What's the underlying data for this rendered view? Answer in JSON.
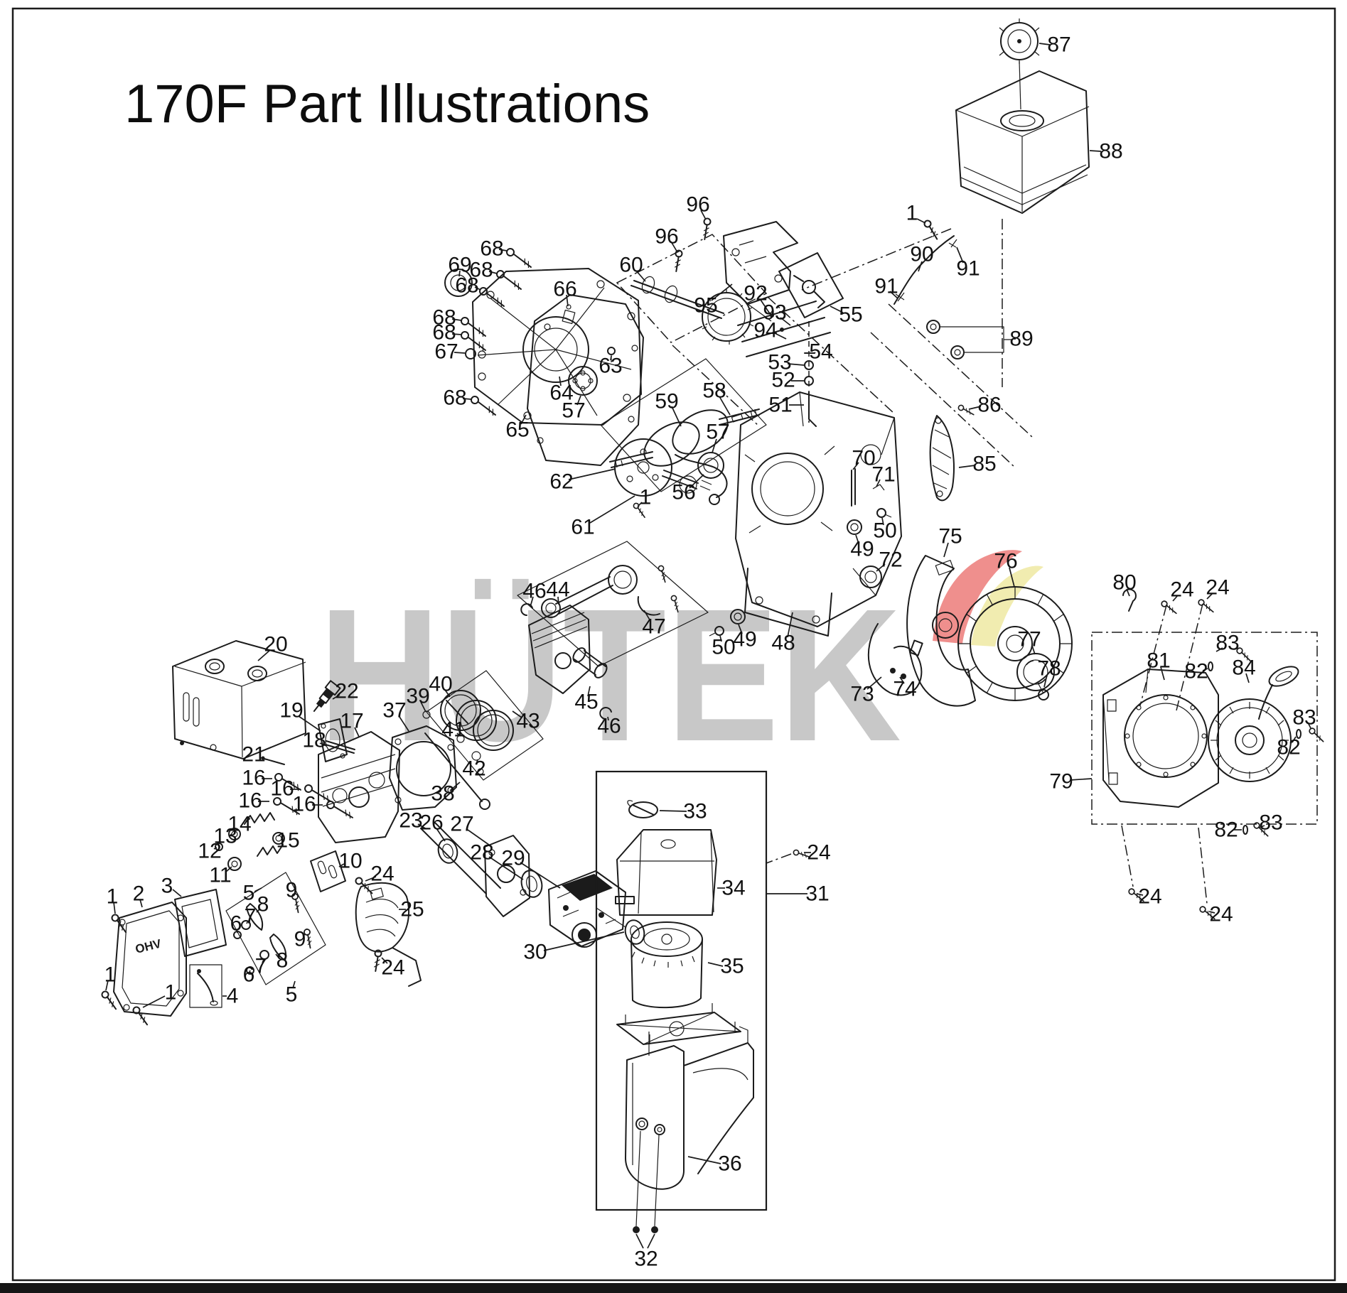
{
  "title": "170F Part Illustrations",
  "watermark": {
    "text": "HÜTEK",
    "color": "#c8c8c8",
    "swoosh_red": "#ef8f8d",
    "swoosh_yellow": "#f1ecb0"
  },
  "valve_cover_text": "OHV",
  "labels": [
    [
      "87",
      1490,
      63,
      1477,
      63,
      1462,
      61
    ],
    [
      "88",
      1563,
      213,
      1549,
      213,
      1533,
      212
    ],
    [
      "1",
      1283,
      300,
      1290,
      308,
      1302,
      314
    ],
    [
      "90",
      1297,
      358,
      1297,
      368,
      1292,
      382
    ],
    [
      "91",
      1362,
      378,
      1355,
      370,
      1346,
      348
    ],
    [
      "91",
      1247,
      403,
      1252,
      410,
      1263,
      420
    ],
    [
      "92",
      1063,
      413,
      1070,
      422,
      1086,
      446
    ],
    [
      "93",
      1090,
      440,
      1098,
      447,
      1112,
      458
    ],
    [
      "94",
      1077,
      465,
      1088,
      468,
      1106,
      477
    ],
    [
      "95",
      993,
      430,
      1001,
      423,
      1030,
      400
    ],
    [
      "96",
      982,
      288,
      986,
      296,
      993,
      309
    ],
    [
      "96",
      938,
      333,
      944,
      340,
      953,
      355
    ],
    [
      "55",
      1197,
      443,
      1186,
      440,
      1168,
      431
    ],
    [
      "54",
      1155,
      495,
      1147,
      496,
      1146,
      497
    ],
    [
      "53",
      1097,
      510,
      1108,
      512,
      1131,
      514
    ],
    [
      "52",
      1102,
      535,
      1113,
      536,
      1131,
      536
    ],
    [
      "51",
      1098,
      570,
      1110,
      570,
      1131,
      570
    ],
    [
      "60",
      888,
      373,
      895,
      381,
      908,
      396
    ],
    [
      "66",
      795,
      407,
      797,
      415,
      799,
      431
    ],
    [
      "69",
      647,
      373,
      647,
      381,
      646,
      389
    ],
    [
      "68",
      692,
      350,
      702,
      351,
      713,
      353
    ],
    [
      "68",
      677,
      380,
      688,
      382,
      699,
      385
    ],
    [
      "68",
      657,
      402,
      668,
      404,
      676,
      408
    ],
    [
      "68",
      625,
      447,
      636,
      449,
      649,
      451
    ],
    [
      "68",
      625,
      468,
      636,
      470,
      649,
      471
    ],
    [
      "68",
      640,
      560,
      651,
      561,
      663,
      562
    ],
    [
      "67",
      628,
      495,
      639,
      496,
      654,
      497
    ],
    [
      "65",
      728,
      605,
      733,
      597,
      740,
      584
    ],
    [
      "64",
      790,
      553,
      789,
      543,
      787,
      530
    ],
    [
      "57",
      807,
      578,
      812,
      570,
      817,
      557
    ],
    [
      "62",
      790,
      678,
      800,
      675,
      866,
      660
    ],
    [
      "61",
      820,
      742,
      830,
      736,
      893,
      698
    ],
    [
      "63",
      859,
      515,
      859,
      507,
      860,
      501
    ],
    [
      "59",
      938,
      565,
      945,
      572,
      958,
      600
    ],
    [
      "58",
      1005,
      550,
      1012,
      558,
      1027,
      584
    ],
    [
      "57",
      1010,
      608,
      1008,
      618,
      1002,
      637
    ],
    [
      "56",
      962,
      693,
      970,
      687,
      990,
      668
    ],
    [
      "1",
      908,
      700,
      903,
      707,
      897,
      713
    ],
    [
      "48",
      1102,
      905,
      1108,
      897,
      1115,
      862
    ],
    [
      "49",
      1048,
      900,
      1044,
      892,
      1039,
      879
    ],
    [
      "50",
      1018,
      911,
      1015,
      903,
      1013,
      895
    ],
    [
      "49",
      1213,
      773,
      1208,
      765,
      1204,
      753
    ],
    [
      "50",
      1245,
      747,
      1243,
      739,
      1241,
      729
    ],
    [
      "70",
      1215,
      645,
      1208,
      651,
      1200,
      661
    ],
    [
      "71",
      1243,
      668,
      1238,
      675,
      1233,
      685
    ],
    [
      "72",
      1253,
      788,
      1245,
      794,
      1233,
      804
    ],
    [
      "73",
      1213,
      977,
      1220,
      970,
      1240,
      953
    ],
    [
      "74",
      1273,
      970,
      1272,
      962,
      1266,
      953
    ],
    [
      "75",
      1337,
      755,
      1334,
      764,
      1328,
      784
    ],
    [
      "76",
      1415,
      790,
      1420,
      799,
      1427,
      826
    ],
    [
      "77",
      1448,
      900,
      1452,
      909,
      1456,
      921
    ],
    [
      "78",
      1476,
      941,
      1473,
      950,
      1469,
      967
    ],
    [
      "85",
      1385,
      653,
      1372,
      655,
      1349,
      658
    ],
    [
      "86",
      1392,
      570,
      1380,
      572,
      1363,
      576
    ],
    [
      "89",
      1437,
      477,
      1429,
      477,
      1425,
      477
    ],
    [
      "79",
      1493,
      1100,
      1505,
      1098,
      1536,
      1096
    ],
    [
      "80",
      1582,
      820,
      1585,
      829,
      1589,
      839
    ],
    [
      "81",
      1630,
      930,
      1633,
      939,
      1638,
      957
    ],
    [
      "24",
      1663,
      830,
      1657,
      838,
      1650,
      846
    ],
    [
      "24",
      1713,
      827,
      1706,
      835,
      1698,
      843
    ],
    [
      "83",
      1727,
      905,
      1720,
      912,
      1711,
      917
    ],
    [
      "82",
      1683,
      945,
      1692,
      944,
      1699,
      941
    ],
    [
      "84",
      1750,
      940,
      1753,
      948,
      1757,
      961
    ],
    [
      "83",
      1835,
      1010,
      1840,
      1017,
      1844,
      1025
    ],
    [
      "82",
      1813,
      1052,
      1818,
      1045,
      1823,
      1037
    ],
    [
      "82",
      1725,
      1168,
      1736,
      1168,
      1747,
      1168
    ],
    [
      "83",
      1788,
      1158,
      1779,
      1162,
      1771,
      1165
    ],
    [
      "24",
      1618,
      1262,
      1608,
      1260,
      1599,
      1258
    ],
    [
      "24",
      1718,
      1287,
      1709,
      1285,
      1701,
      1283
    ],
    [
      "20",
      388,
      907,
      380,
      915,
      363,
      930
    ],
    [
      "19",
      410,
      1000,
      420,
      1008,
      451,
      1029
    ],
    [
      "21",
      357,
      1062,
      365,
      1066,
      374,
      1069
    ],
    [
      "22",
      488,
      973,
      478,
      978,
      468,
      984
    ],
    [
      "17",
      495,
      1015,
      499,
      1024,
      505,
      1037
    ],
    [
      "18",
      442,
      1042,
      450,
      1046,
      459,
      1050
    ],
    [
      "37",
      555,
      1000,
      562,
      1009,
      575,
      1029
    ],
    [
      "39",
      588,
      980,
      592,
      988,
      599,
      1002
    ],
    [
      "40",
      620,
      963,
      626,
      971,
      633,
      981
    ],
    [
      "16",
      357,
      1095,
      368,
      1096,
      383,
      1096
    ],
    [
      "16",
      397,
      1110,
      408,
      1111,
      423,
      1111
    ],
    [
      "16",
      352,
      1127,
      363,
      1128,
      379,
      1128
    ],
    [
      "16",
      428,
      1132,
      439,
      1133,
      454,
      1133
    ],
    [
      "14",
      337,
      1160,
      346,
      1156,
      352,
      1152
    ],
    [
      "13",
      317,
      1177,
      324,
      1175,
      326,
      1174
    ],
    [
      "12",
      295,
      1198,
      301,
      1195,
      305,
      1193
    ],
    [
      "15",
      405,
      1183,
      398,
      1182,
      400,
      1181
    ],
    [
      "11",
      310,
      1232,
      318,
      1227,
      326,
      1220
    ],
    [
      "23",
      578,
      1155,
      588,
      1160,
      600,
      1167
    ],
    [
      "26",
      607,
      1158,
      614,
      1166,
      626,
      1184
    ],
    [
      "27",
      650,
      1160,
      658,
      1168,
      692,
      1192
    ],
    [
      "28",
      678,
      1200,
      688,
      1206,
      736,
      1238
    ],
    [
      "29",
      722,
      1208,
      732,
      1214,
      788,
      1250
    ],
    [
      "10",
      493,
      1212,
      484,
      1216,
      477,
      1220
    ],
    [
      "24",
      538,
      1230,
      529,
      1234,
      514,
      1240
    ],
    [
      "25",
      580,
      1280,
      571,
      1280,
      561,
      1280
    ],
    [
      "24",
      553,
      1362,
      545,
      1356,
      537,
      1348
    ],
    [
      "30",
      753,
      1340,
      765,
      1338,
      878,
      1312
    ],
    [
      "3",
      235,
      1247,
      243,
      1252,
      255,
      1262
    ],
    [
      "2",
      195,
      1258,
      197,
      1266,
      200,
      1277
    ],
    [
      "1",
      158,
      1262,
      160,
      1270,
      162,
      1286
    ],
    [
      "1",
      155,
      1372,
      152,
      1380,
      149,
      1394
    ],
    [
      "1",
      240,
      1397,
      232,
      1402,
      201,
      1418
    ],
    [
      "4",
      327,
      1402,
      319,
      1402,
      313,
      1402
    ],
    [
      "5",
      350,
      1257,
      358,
      1255,
      368,
      1250
    ],
    [
      "5",
      410,
      1400,
      412,
      1391,
      415,
      1381
    ],
    [
      "6",
      332,
      1300,
      333,
      1308,
      334,
      1313
    ],
    [
      "7",
      352,
      1290,
      349,
      1296,
      347,
      1300
    ],
    [
      "8",
      370,
      1273,
      366,
      1279,
      361,
      1284
    ],
    [
      "9",
      410,
      1253,
      412,
      1258,
      414,
      1261
    ],
    [
      "9",
      422,
      1322,
      426,
      1318,
      429,
      1315
    ],
    [
      "8",
      397,
      1352,
      392,
      1348,
      388,
      1343
    ],
    [
      "7",
      367,
      1360,
      369,
      1355,
      371,
      1351
    ],
    [
      "6",
      350,
      1372,
      351,
      1368,
      352,
      1366
    ],
    [
      "46",
      752,
      832,
      750,
      840,
      746,
      854
    ],
    [
      "44",
      785,
      830,
      785,
      840,
      786,
      851
    ],
    [
      "47",
      920,
      882,
      915,
      874,
      906,
      859
    ],
    [
      "45",
      825,
      988,
      827,
      980,
      830,
      966
    ],
    [
      "46",
      857,
      1022,
      856,
      1014,
      855,
      1009
    ],
    [
      "43",
      743,
      1015,
      734,
      1010,
      721,
      1001
    ],
    [
      "38",
      623,
      1117,
      633,
      1113,
      647,
      1101
    ],
    [
      "41",
      638,
      1027,
      643,
      1032,
      647,
      1036
    ],
    [
      "42",
      667,
      1082,
      670,
      1076,
      672,
      1069
    ],
    [
      "33",
      978,
      1142,
      966,
      1142,
      928,
      1141
    ],
    [
      "34",
      1032,
      1250,
      1020,
      1250,
      1009,
      1250
    ],
    [
      "35",
      1030,
      1360,
      1017,
      1360,
      996,
      1355
    ],
    [
      "36",
      1027,
      1638,
      1014,
      1638,
      968,
      1628
    ],
    [
      "32",
      909,
      1772,
      0,
      0,
      0,
      0
    ],
    [
      "31",
      1150,
      1258,
      1136,
      1258,
      1079,
      1258
    ],
    [
      "24",
      1152,
      1200,
      1141,
      1200,
      1131,
      1200
    ]
  ]
}
